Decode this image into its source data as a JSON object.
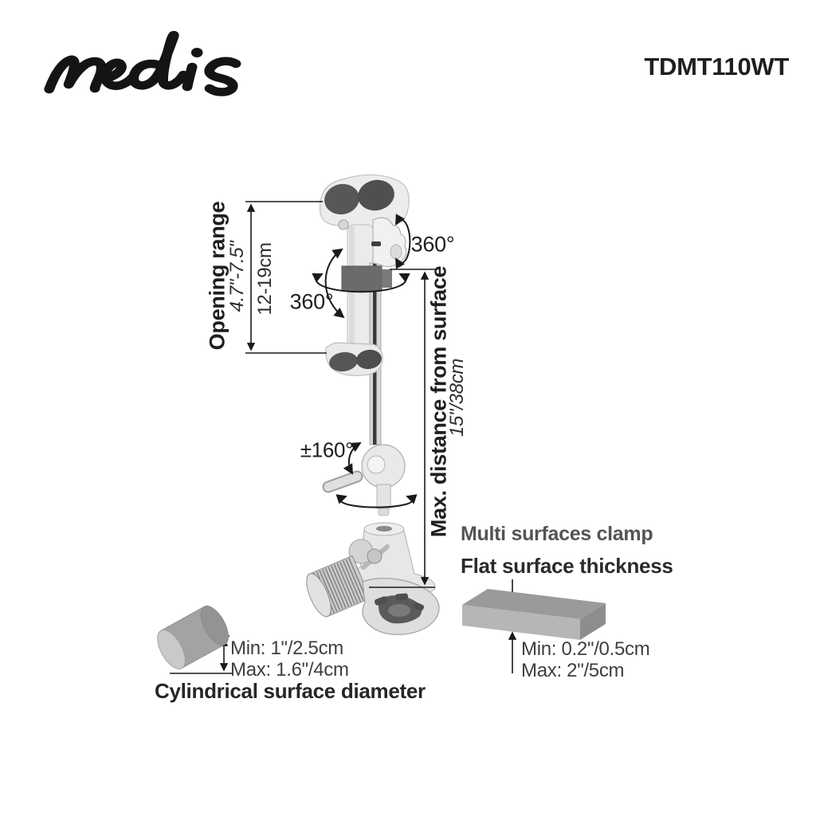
{
  "header": {
    "brand": "nedis",
    "model": "TDMT110WT"
  },
  "annotations": {
    "opening_range_label": "Opening range",
    "opening_range_inches": "4.7\"-7.5\"",
    "opening_range_cm": "12-19cm",
    "swivel_side": "360°",
    "swivel_pole": "360°",
    "tilt": "±160°",
    "max_distance_label": "Max. distance from surface",
    "max_distance_value": "15\"/38cm"
  },
  "clamp_info": {
    "title": "Multi surfaces clamp",
    "flat_label": "Flat surface thickness",
    "flat_min": "Min: 0.2\"/0.5cm",
    "flat_max": "Max: 2\"/5cm",
    "cyl_min": "Min: 1\"/2.5cm",
    "cyl_max": "Max: 1.6\"/4cm",
    "cyl_label": "Cylindrical surface diameter"
  },
  "colors": {
    "text_primary": "#1f1f1f",
    "text_secondary": "#545454",
    "pad_dark": "#565656",
    "body_light": "#ebebeb",
    "metal_gray": "#a3a3a3",
    "line_black": "#1a1a1a"
  }
}
